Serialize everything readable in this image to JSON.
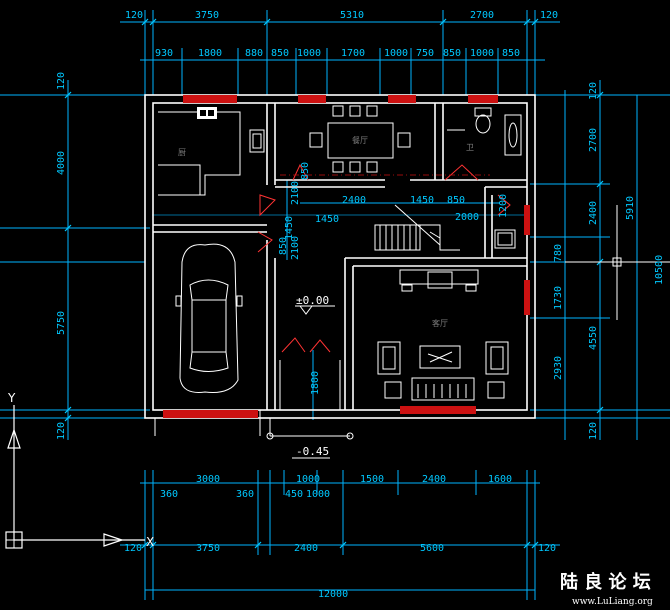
{
  "dims": {
    "top1": [
      "120",
      "3750",
      "5310",
      "2700",
      "120"
    ],
    "top2": [
      "930",
      "1800",
      "880",
      "850",
      "1000",
      "1700",
      "1000",
      "750",
      "850",
      "1000",
      "850"
    ],
    "bottom1": [
      "360",
      "3000",
      "360",
      "450",
      "1000",
      "1500",
      "2400",
      "1600"
    ],
    "bottom2": [
      "120",
      "3750",
      "2400",
      "5600",
      "120"
    ],
    "bottom_total": "12000",
    "left": [
      "120",
      "4000",
      "5750",
      "120"
    ],
    "right1": [
      "120",
      "2700",
      "2400",
      "780",
      "1730",
      "2930",
      "120"
    ],
    "right2": [
      "4550",
      "5910"
    ],
    "right_total": "10500",
    "interior": [
      "2100",
      "850",
      "1450",
      "2400",
      "1450",
      "850",
      "1200",
      "2100",
      "1450",
      "850",
      "1800",
      "2000",
      "1000"
    ]
  },
  "rooms": {
    "kitchen": "厨",
    "dining": "餐厅",
    "toilet": "卫",
    "living": "客厅"
  },
  "levels": {
    "floor": "±0.00",
    "outside": "-0.45"
  },
  "axes": {
    "y": "Y",
    "x": "X"
  },
  "watermark": {
    "cn": "陆 良 论 坛",
    "url": "www.LuLiang.org"
  }
}
